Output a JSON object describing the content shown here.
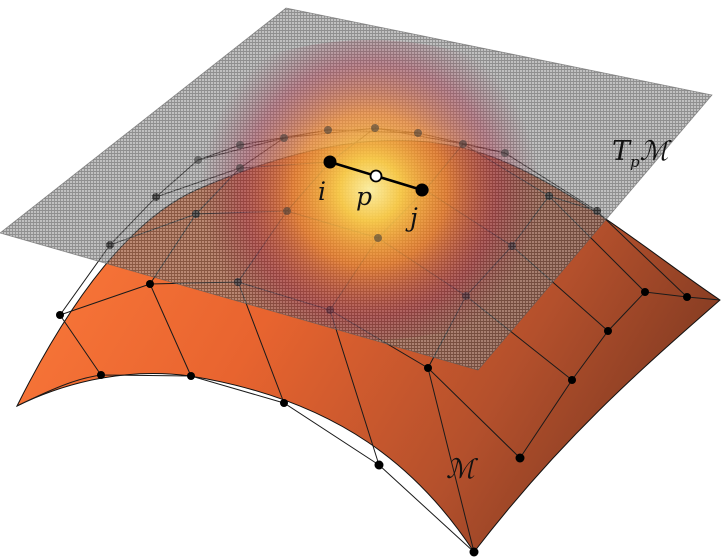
{
  "labels": {
    "tangent_plane_main": "T",
    "tangent_plane_sub": "p",
    "tangent_plane_manifold": "ℳ",
    "manifold": "ℳ",
    "vertex_i": "i",
    "point_p": "p",
    "vertex_j": "j"
  },
  "colors": {
    "surface_light": "#ff7a3a",
    "surface_dark": "#8a3d22",
    "plane_grid": "#7f7f7f",
    "glow_center": "#ffd24a",
    "glow_mid": "#ff8a2a",
    "glow_outer": "#a0203a",
    "edge": "#111111",
    "vertex": "#000000",
    "point_p_fill": "#ffffff"
  }
}
